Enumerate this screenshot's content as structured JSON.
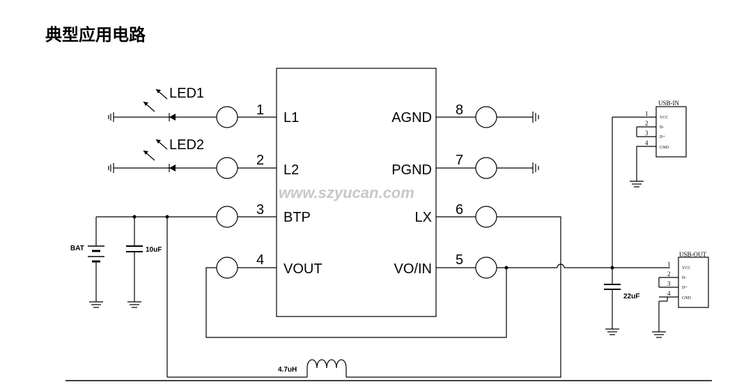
{
  "title": "典型应用电路",
  "watermark": "www.szyucan.com",
  "ic": {
    "left_pins": [
      {
        "num": "1",
        "label": "L1"
      },
      {
        "num": "2",
        "label": "L2"
      },
      {
        "num": "3",
        "label": "BTP"
      },
      {
        "num": "4",
        "label": "VOUT"
      }
    ],
    "right_pins": [
      {
        "num": "8",
        "label": "AGND"
      },
      {
        "num": "7",
        "label": "PGND"
      },
      {
        "num": "6",
        "label": "LX"
      },
      {
        "num": "5",
        "label": "VO/IN"
      }
    ]
  },
  "leds": [
    "LED1",
    "LED2"
  ],
  "components": {
    "battery": "BAT",
    "cap_in": "10uF",
    "cap_out": "22uF",
    "inductor": "4.7uH"
  },
  "usb_in": {
    "name": "USB-IN",
    "pins": [
      {
        "num": "1",
        "label": "VCC"
      },
      {
        "num": "2",
        "label": "D-"
      },
      {
        "num": "3",
        "label": "D+"
      },
      {
        "num": "4",
        "label": "GND"
      }
    ]
  },
  "usb_out": {
    "name": "USB-OUT",
    "pins": [
      {
        "num": "1",
        "label": "VCC"
      },
      {
        "num": "2",
        "label": "D-"
      },
      {
        "num": "3",
        "label": "D+"
      },
      {
        "num": "4",
        "label": "GND"
      }
    ]
  }
}
